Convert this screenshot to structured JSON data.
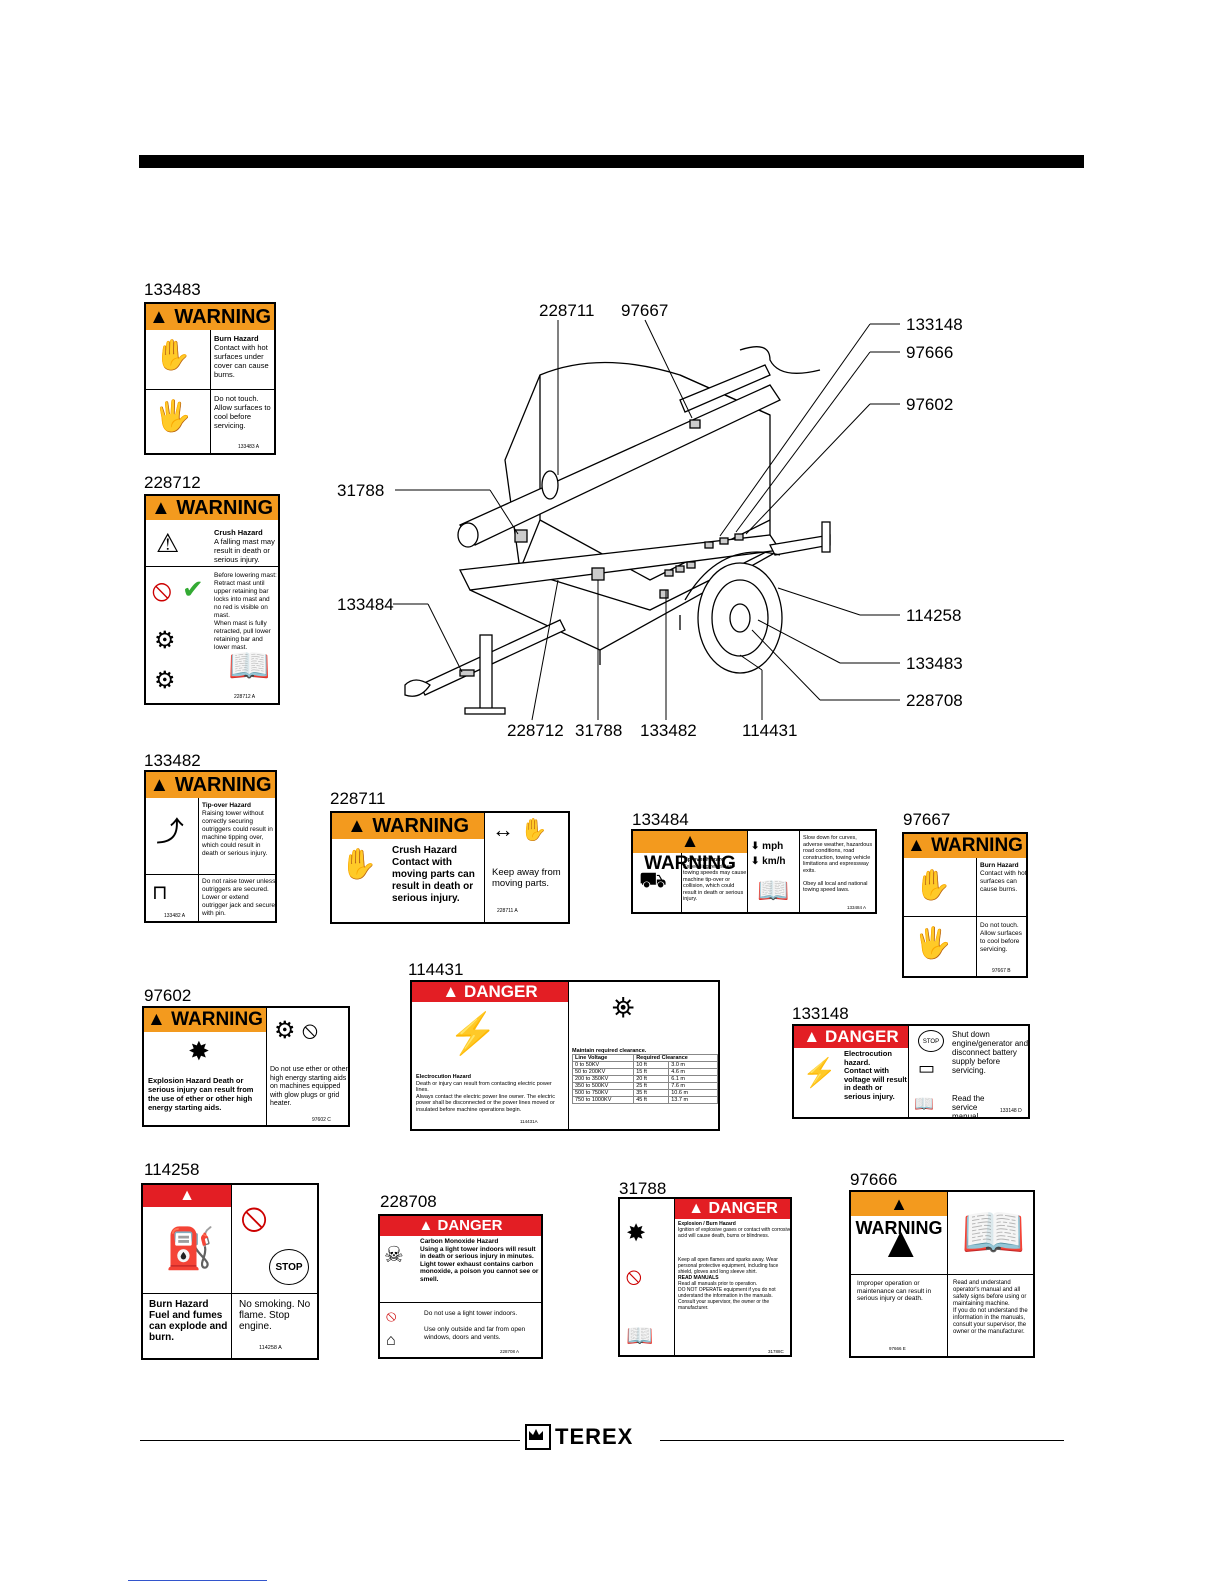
{
  "callouts": {
    "top": [
      "228711",
      "97667"
    ],
    "right": [
      "133148",
      "97666",
      "97602",
      "114258",
      "133483",
      "228708"
    ],
    "left": [
      "31788",
      "133484"
    ],
    "bottom": [
      "228712",
      "31788",
      "133482",
      "114431"
    ]
  },
  "decals": {
    "d133483": {
      "number": "133483",
      "header": "WARNING",
      "text1": "Burn Hazard",
      "text1b": "Contact with hot surfaces under cover can cause burns.",
      "text2": "Do not touch. Allow surfaces to cool before servicing.",
      "code": "133483 A"
    },
    "d228712": {
      "number": "228712",
      "header": "WARNING",
      "title": "Crush Hazard",
      "title2": "A falling mast may result in death or serious injury.",
      "text": "Before lowering mast:",
      "text2": "Retract mast until upper retaining bar locks into mast and no red is visible on mast.",
      "text3": "When mast is fully retracted, pull lower retaining bar and lower mast.",
      "code": "228712 A"
    },
    "d133482": {
      "number": "133482",
      "header": "WARNING",
      "title": "Tip-over Hazard",
      "text": "Raising tower without correctly securing outriggers could result in machine tipping over, which could result in death or serious injury.",
      "text2": "Do not raise tower unless outriggers are secured. Lower or extend outrigger jack and secure with pin.",
      "code": "133482 A"
    },
    "d228711": {
      "number": "228711",
      "header": "WARNING",
      "text": "Crush Hazard Contact with moving parts can result in death or serious injury.",
      "text2": "Keep away from moving parts.",
      "code": "228711 A"
    },
    "d133484": {
      "number": "133484",
      "header": "WARNING",
      "title": "Tip-over Hazard",
      "text": "Exceeding restricted towing speeds may cause machine tip-over or collision, which could result in death or serious injury.",
      "mph": "mph",
      "kmh": "km/h",
      "text2": "Slow down for curves, adverse weather, hazardous road conditions, road construction, towing vehicle limitations and expressway exits.",
      "text3": "Obey all local and national towing speed laws.",
      "code": "133484 A"
    },
    "d97667": {
      "number": "97667",
      "header": "WARNING",
      "text1": "Burn Hazard",
      "text1b": "Contact with hot surfaces can cause burns.",
      "text2": "Do not touch. Allow surfaces to cool before servicing.",
      "code": "97667 B"
    },
    "d97602": {
      "number": "97602",
      "header": "WARNING",
      "text": "Explosion Hazard Death or serious injury can result from the use of ether or other high energy starting aids.",
      "text2": "Do not use ether or other high energy starting aids on machines equipped with glow plugs or grid heater.",
      "code": "97602 C"
    },
    "d114431": {
      "number": "114431",
      "header": "DANGER",
      "title": "Electrocution Hazard",
      "text": "Death or injury can result from contacting electric power lines.",
      "text2": "Always contact the electric power line owner. The electric power shall be disconnected or the power lines moved or insulated before machine operations begin.",
      "table_title": "Maintain required clearance.",
      "col1": "Line Voltage",
      "col2": "Required Clearance",
      "rows": [
        [
          "0 to 50KV",
          "10 ft",
          "3.0 m"
        ],
        [
          "50 to 200KV",
          "15 ft",
          "4.6 m"
        ],
        [
          "200 to 350KV",
          "20 ft",
          "6.1 m"
        ],
        [
          "350 to 500KV",
          "25 ft",
          "7.6 m"
        ],
        [
          "500 to 750KV",
          "35 ft",
          "10.6 m"
        ],
        [
          "750 to 1000KV",
          "45 ft",
          "13.7 m"
        ]
      ],
      "code": "114431A"
    },
    "d133148": {
      "number": "133148",
      "header": "DANGER",
      "text": "Electrocution hazard.",
      "text2": "Contact with voltage will result in death or serious injury.",
      "text3": "Shut down engine/generator and disconnect battery supply before servicing.",
      "text4": "Read the service manual.",
      "stop": "STOP",
      "code": "133148 D"
    },
    "d114258": {
      "number": "114258",
      "header": "DANGER",
      "text": "Burn Hazard Fuel and fumes can explode and burn.",
      "text2": "No smoking. No flame. Stop engine.",
      "stop": "STOP",
      "code": "114258 A"
    },
    "d228708": {
      "number": "228708",
      "header": "DANGER",
      "title": "Carbon Monoxide Hazard",
      "text": "Using a light tower indoors will result in death or serious injury in minutes. Light tower exhaust contains carbon monoxide, a poison you cannot see or smell.",
      "text2": "Do not use a light tower indoors.",
      "text3": "Use only outside and far from open windows, doors and vents.",
      "code": "228708 A"
    },
    "d31788": {
      "number": "31788",
      "header": "DANGER",
      "title": "Explosion / Burn Hazard",
      "text": "Ignition of explosive gases or contact with corrosive acid will cause death, burns or blindness.",
      "text2": "Keep all open flames and sparks away. Wear personal protective equipment, including face shield, gloves and long sleeve shirt.",
      "text3": "READ MANUALS",
      "text4": "Read all manuals prior to operation.",
      "text5": "DO NOT OPERATE equipment if you do not understand the information in the manuals.",
      "text6": "Consult your supervisor, the owner or the manufacturer.",
      "code": "31788C"
    },
    "d97666": {
      "number": "97666",
      "header": "WARNING",
      "text": "Improper operation or maintenance can result in serious injury or death.",
      "text2": "Read and understand operator's manual and all safety signs before using or maintaining machine.",
      "text3": "If you do not understand the information in the manuals, consult your supervisor, the owner or the manufacturer.",
      "code": "97666 E"
    }
  },
  "footer": {
    "logo": "TEREX"
  },
  "colors": {
    "warning": "#f39a1e",
    "danger": "#e31e24"
  }
}
